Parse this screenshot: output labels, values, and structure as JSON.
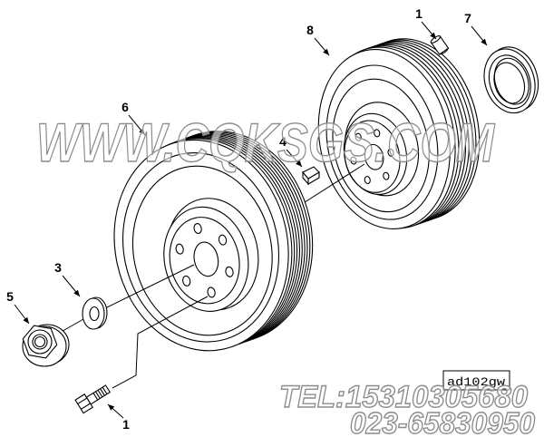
{
  "callouts": [
    "1",
    "7",
    "8",
    "6",
    "4",
    "3",
    "5",
    "1"
  ],
  "figure_code": "ad102gw",
  "watermark": {
    "site": "WWW.CQKSGS.COM",
    "tel": "TEL:15310305680",
    "phone": "023-65830950"
  },
  "colors": {
    "line": "#000000",
    "watermark": "#8c8c8c",
    "background": "#ffffff"
  }
}
